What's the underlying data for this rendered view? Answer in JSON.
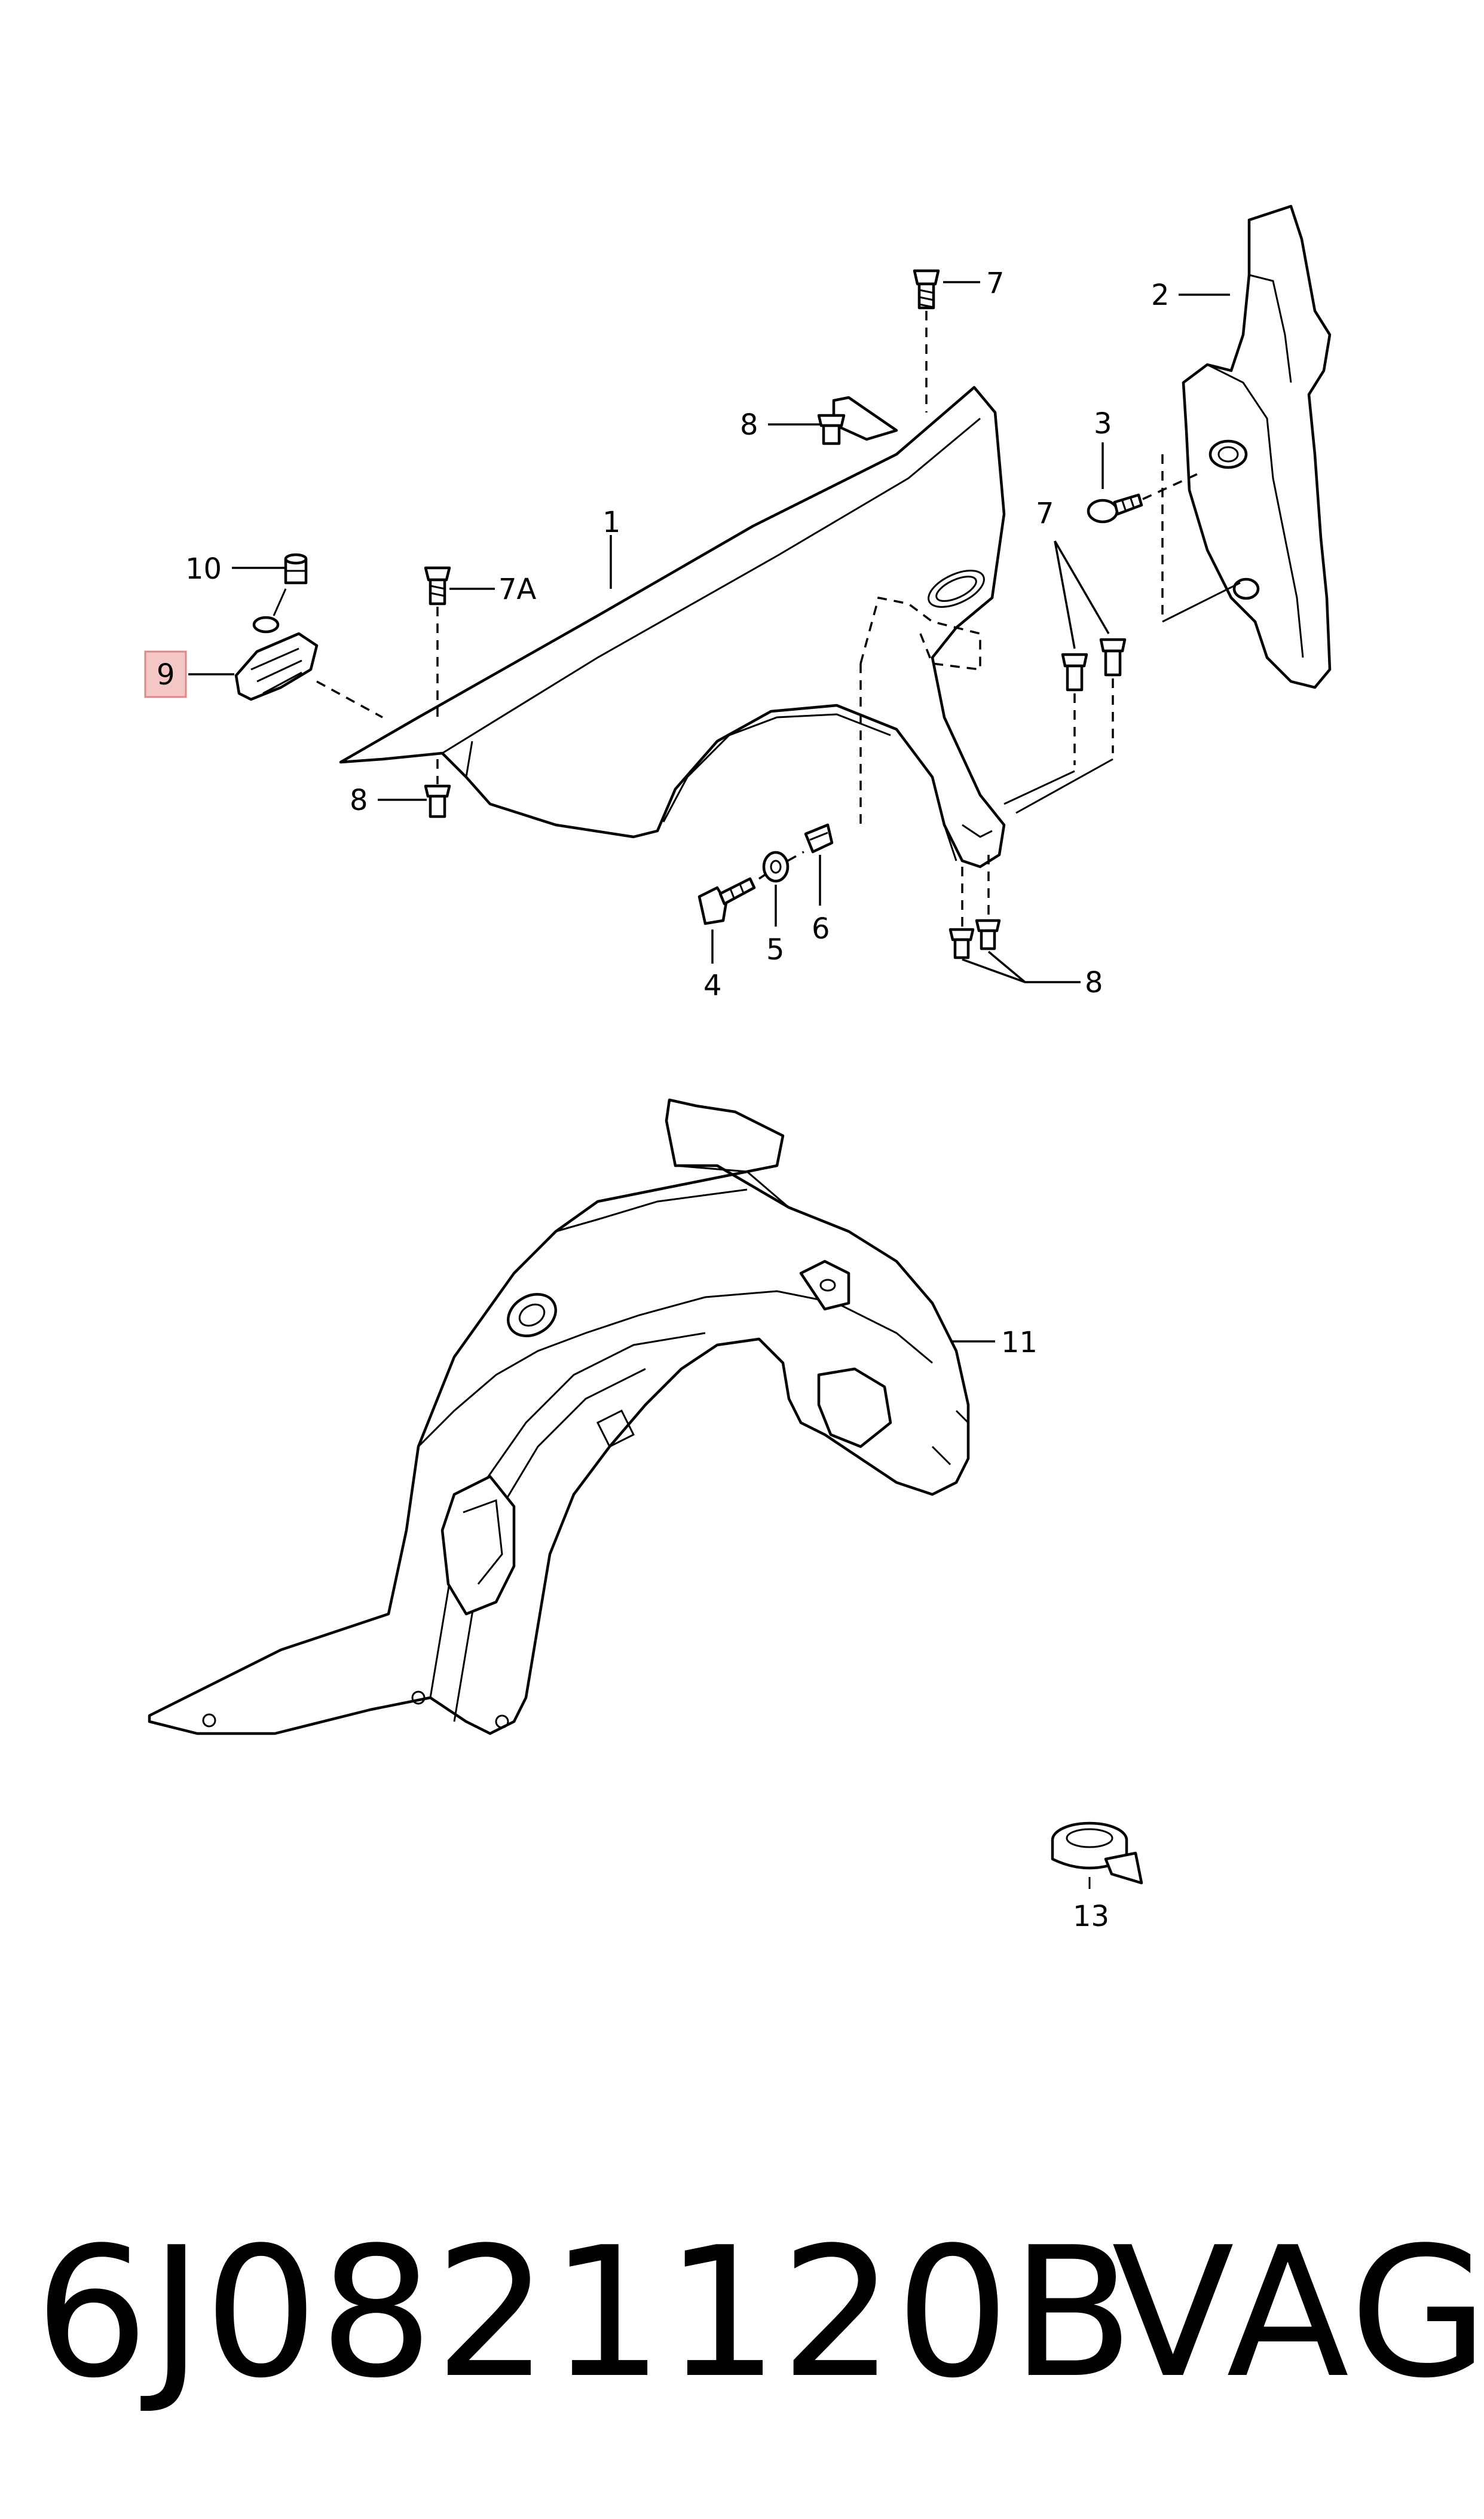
{
  "callouts": {
    "c1": "1",
    "c2": "2",
    "c3": "3",
    "c4": "4",
    "c5": "5",
    "c6": "6",
    "c7_top": "7",
    "c7_right": "7",
    "c7a": "7A",
    "c8_top": "8",
    "c8_left": "8",
    "c8_bottom": "8",
    "c9": "9",
    "c10": "10",
    "c11": "11",
    "c13": "13"
  },
  "highlight_color": "#f4c6c6",
  "footer": {
    "part_number": "6J0821120B",
    "brand": "VAG"
  }
}
